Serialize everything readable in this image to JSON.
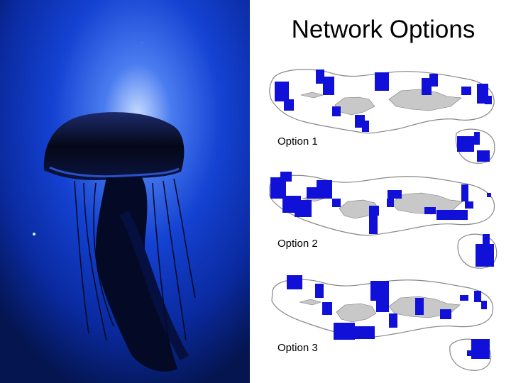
{
  "slide": {
    "title": "Network Options",
    "options": [
      {
        "label": "Option 1"
      },
      {
        "label": "Option 2"
      },
      {
        "label": "Option 3"
      }
    ]
  },
  "colors": {
    "reserve_blue": "#1010d8",
    "island_gray": "#c8c8c8",
    "outline": "#888888",
    "photo_background": "#0a3cc8"
  },
  "photo": {
    "subject": "jellyfish-photo"
  }
}
